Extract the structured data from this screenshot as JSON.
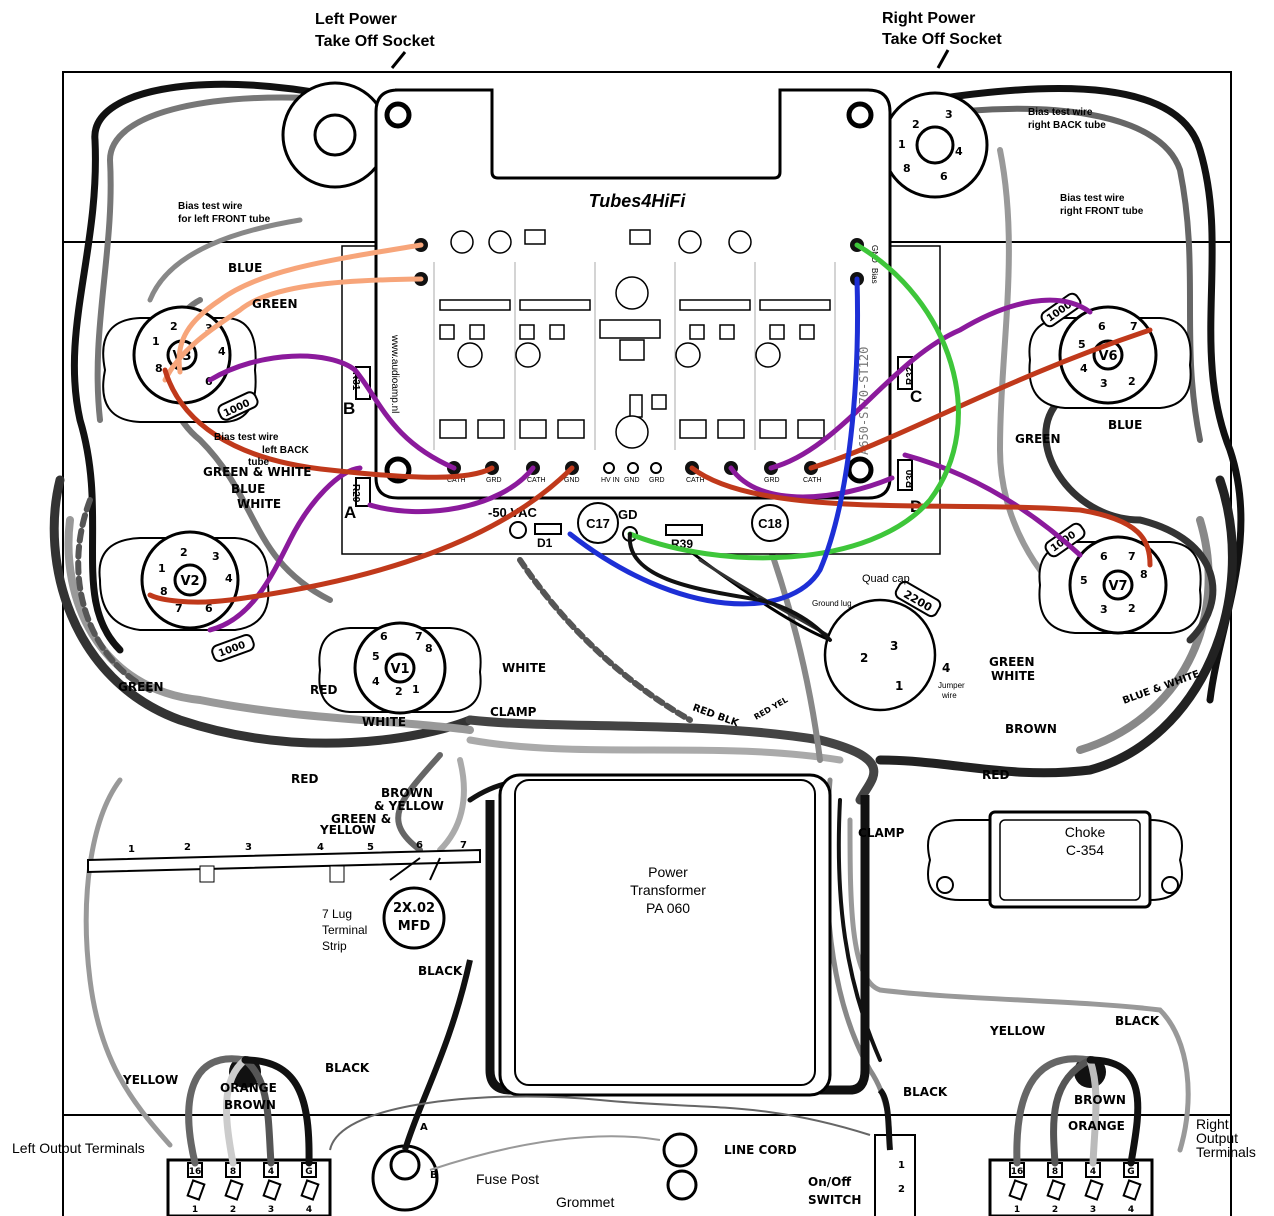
{
  "labels": {
    "left_power_socket": [
      "Left Power",
      "Take Off Socket"
    ],
    "right_power_socket": [
      "Right Power",
      "Take Off Socket"
    ],
    "brand": "Tubes4HiFi",
    "board_model": "A650-ST70-ST120",
    "board_url": "www.audioamp.nl",
    "bias_wire_left_front": [
      "Bias test wire",
      "for left FRONT tube"
    ],
    "bias_wire_right_back": [
      "Bias test wire",
      "right BACK tube"
    ],
    "bias_wire_right_front": [
      "Bias test wire",
      "right FRONT tube"
    ],
    "bias_wire_left_back": [
      "Bias test wire",
      "left BACK",
      "tube"
    ],
    "power_transformer": [
      "Power",
      "Transformer",
      "PA 060"
    ],
    "choke": [
      "Choke",
      "C-354"
    ],
    "terminal_strip": [
      "7 Lug",
      "Terminal",
      "Strip"
    ],
    "cap_2x02": [
      "2X.02",
      "MFD"
    ],
    "quad_cap": "Quad cap",
    "ground_lug": "Ground lug",
    "jumper_wire": [
      "Jumper",
      "wire"
    ],
    "fuse_post": "Fuse Post",
    "grommet": "Grommet",
    "line_cord": "LINE CORD",
    "onoff_switch": [
      "On/Off",
      "SWITCH"
    ],
    "left_output": "Left Output Terminals",
    "right_output": [
      "Right",
      "Output",
      "Terminals"
    ],
    "clamp_a": "CLAMP",
    "clamp_b": "CLAMP",
    "vac": "-50 VAC",
    "gd": "GD",
    "d1": "D1",
    "r39": "R39",
    "c17": "C17",
    "c18": "C18",
    "r31": "R31",
    "r29": "R29",
    "r32": "R32",
    "r30": "R30",
    "letter_a": "A",
    "letter_b": "B",
    "letter_c": "C",
    "letter_d": "D",
    "res_1000": "1000",
    "res_2200": "2200",
    "gnd": "GND",
    "bias": "Bias"
  },
  "tubes": {
    "v1": "V1",
    "v2": "V2",
    "v3": "V3",
    "v6": "V6",
    "v7": "V7"
  },
  "wires": {
    "blue": "BLUE",
    "green": "GREEN",
    "green_white": "GREEN & WHITE",
    "blue_white": [
      "BLUE",
      "WHITE"
    ],
    "white": "WHITE",
    "red": "RED",
    "red_blk": "RED BLK",
    "red_yel": "RED YEL",
    "brown_yellow": [
      "BROWN",
      "& YELLOW"
    ],
    "green_yellow": [
      "GREEN &",
      "YELLOW"
    ],
    "black": "BLACK",
    "yellow": "YELLOW",
    "orange": "ORANGE",
    "brown": "BROWN",
    "green_white_r": [
      "GREEN",
      "WHITE"
    ],
    "blue_white_r": "BLUE & WHITE"
  },
  "terminals": [
    "16",
    "8",
    "4",
    "G"
  ],
  "terminal_numbers": [
    "1",
    "2",
    "3",
    "4"
  ],
  "strip_lugs": [
    "1",
    "2",
    "3",
    "4",
    "5",
    "6",
    "7"
  ],
  "quadcap_lugs": [
    "1",
    "2",
    "3",
    "4"
  ],
  "fuse_lugs": [
    "A",
    "B"
  ],
  "pad_labels": [
    "CATH",
    "GRD",
    "CATH",
    "GND",
    "HV IN",
    "GND",
    "GRD",
    "CATH",
    "GRD",
    "CATH"
  ],
  "colors": {
    "board": "#ffffff",
    "wire_orange": "#f7a57a",
    "wire_purple": "#8b1a9c",
    "wire_red": "#c0391b",
    "wire_green": "#3ec63a",
    "wire_blue": "#1d2fd6",
    "wire_black": "#111111",
    "wire_gray": "#8c8c8c",
    "marker_yellow": "#e8a317"
  }
}
